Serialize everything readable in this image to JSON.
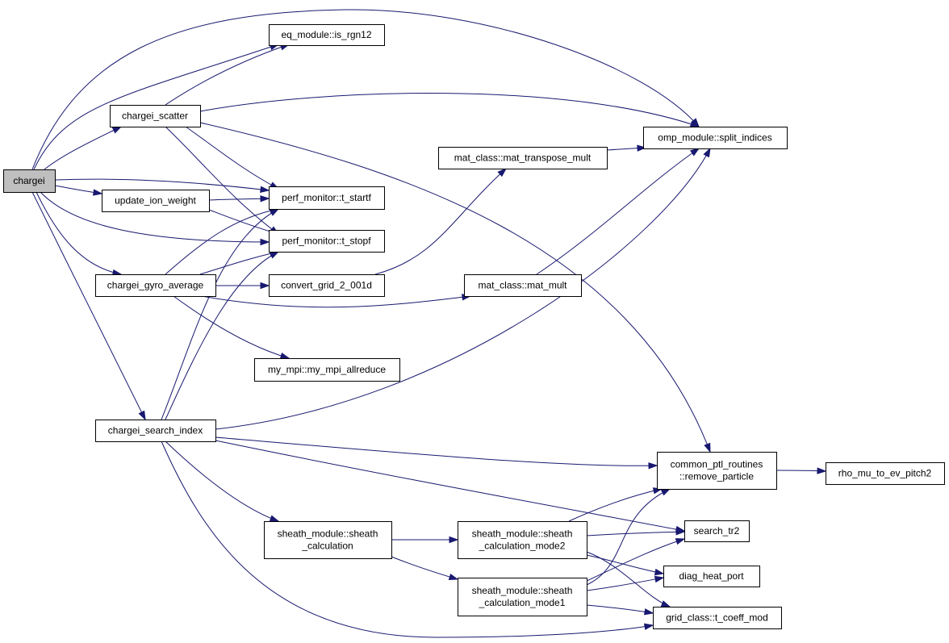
{
  "graph": {
    "edge_color": "#191970",
    "root_fill": "#bfbfbf",
    "node_fill": "#ffffff",
    "nodes": {
      "chargei": {
        "lines": [
          "chargei"
        ],
        "root": true
      },
      "is_rgn12": {
        "lines": [
          "eq_module::is_rgn12"
        ]
      },
      "chargei_scatter": {
        "lines": [
          "chargei_scatter"
        ]
      },
      "split_indices": {
        "lines": [
          "omp_module::split_indices"
        ]
      },
      "mat_transpose_mult": {
        "lines": [
          "mat_class::mat_transpose_mult"
        ]
      },
      "update_ion_weight": {
        "lines": [
          "update_ion_weight"
        ]
      },
      "t_startf": {
        "lines": [
          "perf_monitor::t_startf"
        ]
      },
      "t_stopf": {
        "lines": [
          "perf_monitor::t_stopf"
        ]
      },
      "chargei_gyro_average": {
        "lines": [
          "chargei_gyro_average"
        ]
      },
      "convert_grid_2_001d": {
        "lines": [
          "convert_grid_2_001d"
        ]
      },
      "mat_mult": {
        "lines": [
          "mat_class::mat_mult"
        ]
      },
      "my_mpi_allreduce": {
        "lines": [
          "my_mpi::my_mpi_allreduce"
        ]
      },
      "chargei_search_index": {
        "lines": [
          "chargei_search_index"
        ]
      },
      "remove_particle": {
        "lines": [
          "common_ptl_routines",
          "::remove_particle"
        ]
      },
      "rho_mu_to_ev_pitch2": {
        "lines": [
          "rho_mu_to_ev_pitch2"
        ]
      },
      "sheath_calculation": {
        "lines": [
          "sheath_module::sheath",
          "_calculation"
        ]
      },
      "sheath_calculation_mode2": {
        "lines": [
          "sheath_module::sheath",
          "_calculation_mode2"
        ]
      },
      "sheath_calculation_mode1": {
        "lines": [
          "sheath_module::sheath",
          "_calculation_mode1"
        ]
      },
      "search_tr2": {
        "lines": [
          "search_tr2"
        ]
      },
      "diag_heat_port": {
        "lines": [
          "diag_heat_port"
        ]
      },
      "t_coeff_mod": {
        "lines": [
          "grid_class::t_coeff_mod"
        ]
      }
    },
    "edges": [
      [
        "chargei",
        "is_rgn12"
      ],
      [
        "chargei",
        "split_indices"
      ],
      [
        "chargei",
        "chargei_scatter"
      ],
      [
        "chargei",
        "update_ion_weight"
      ],
      [
        "chargei",
        "t_startf"
      ],
      [
        "chargei",
        "t_stopf"
      ],
      [
        "chargei",
        "chargei_gyro_average"
      ],
      [
        "chargei",
        "chargei_search_index"
      ],
      [
        "chargei_scatter",
        "is_rgn12"
      ],
      [
        "chargei_scatter",
        "split_indices"
      ],
      [
        "chargei_scatter",
        "t_startf"
      ],
      [
        "chargei_scatter",
        "t_stopf"
      ],
      [
        "chargei_scatter",
        "remove_particle"
      ],
      [
        "mat_transpose_mult",
        "split_indices"
      ],
      [
        "update_ion_weight",
        "t_startf"
      ],
      [
        "update_ion_weight",
        "t_stopf"
      ],
      [
        "chargei_gyro_average",
        "t_startf"
      ],
      [
        "chargei_gyro_average",
        "t_stopf"
      ],
      [
        "chargei_gyro_average",
        "convert_grid_2_001d"
      ],
      [
        "chargei_gyro_average",
        "mat_mult"
      ],
      [
        "chargei_gyro_average",
        "my_mpi_allreduce"
      ],
      [
        "convert_grid_2_001d",
        "mat_transpose_mult"
      ],
      [
        "mat_mult",
        "split_indices"
      ],
      [
        "chargei_search_index",
        "t_startf"
      ],
      [
        "chargei_search_index",
        "t_stopf"
      ],
      [
        "chargei_search_index",
        "split_indices"
      ],
      [
        "chargei_search_index",
        "remove_particle"
      ],
      [
        "chargei_search_index",
        "search_tr2"
      ],
      [
        "chargei_search_index",
        "sheath_calculation"
      ],
      [
        "chargei_search_index",
        "t_coeff_mod"
      ],
      [
        "remove_particle",
        "rho_mu_to_ev_pitch2"
      ],
      [
        "sheath_calculation",
        "sheath_calculation_mode2"
      ],
      [
        "sheath_calculation",
        "sheath_calculation_mode1"
      ],
      [
        "sheath_calculation_mode2",
        "remove_particle"
      ],
      [
        "sheath_calculation_mode2",
        "search_tr2"
      ],
      [
        "sheath_calculation_mode2",
        "t_coeff_mod"
      ],
      [
        "sheath_calculation_mode2",
        "diag_heat_port"
      ],
      [
        "sheath_calculation_mode1",
        "remove_particle"
      ],
      [
        "sheath_calculation_mode1",
        "search_tr2"
      ],
      [
        "sheath_calculation_mode1",
        "diag_heat_port"
      ],
      [
        "sheath_calculation_mode1",
        "t_coeff_mod"
      ]
    ]
  }
}
